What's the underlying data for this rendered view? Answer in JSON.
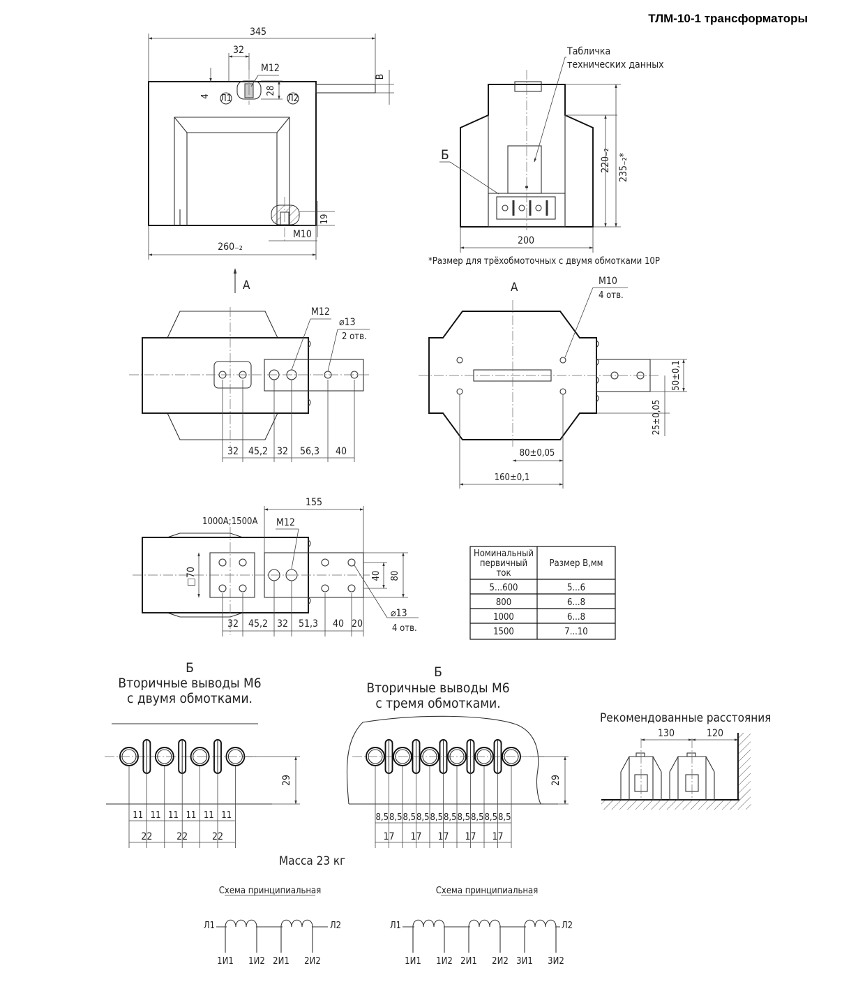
{
  "title": "ТЛМ-10-1 трансформаторы",
  "front_view": {
    "d_345": "345",
    "d_32": "32",
    "d_m12": "М12",
    "d_4": "4",
    "d_28": "28",
    "d_B": "В",
    "mark_l1": "Л1",
    "mark_l2": "Л2",
    "d_19": "19",
    "d_m10": "М10",
    "d_260": "260₋₂"
  },
  "side_view": {
    "plate_label_1": "Табличка",
    "plate_label_2": "технических данных",
    "label_B": "Б",
    "d_220": "220₋₂",
    "d_235": "235₋₂*",
    "d_200": "200"
  },
  "footnote": "*Размер для трёхобмоточных с двумя обмотками 10Р",
  "arrow_A": "А",
  "top_view_1": {
    "d_m12": "М12",
    "d_13": "⌀13",
    "d_holes": "2 отв.",
    "dims": [
      "32",
      "45,2",
      "32",
      "56,3",
      "40"
    ]
  },
  "top_view_A": {
    "label_A": "А",
    "d_m10": "М10",
    "d_holes": "4 отв.",
    "d_50": "50±0,1",
    "d_25": "25±0,05",
    "d_80": "80±0,05",
    "d_160": "160±0,1"
  },
  "top_view_2": {
    "current_label": "1000А;1500А",
    "d_155": "155",
    "d_m12": "М12",
    "d_70": "□70",
    "d_40": "40",
    "d_80": "80",
    "d_13": "⌀13",
    "d_holes": "4 отв.",
    "dims": [
      "32",
      "45,2",
      "32",
      "51,3",
      "40",
      "20"
    ]
  },
  "table": {
    "headers": [
      "Номинальный первичный ток",
      "Размер В,мм"
    ],
    "header_lines": [
      "Номинальный",
      "первичный",
      "ток"
    ],
    "rows": [
      [
        "5...600",
        "5...6"
      ],
      [
        "800",
        "6...8"
      ],
      [
        "1000",
        "6...8"
      ],
      [
        "1500",
        "7...10"
      ]
    ]
  },
  "terminals_2": {
    "label_B": "Б",
    "line1": "Вторичные выводы М6",
    "line2": "с двумя обмотками.",
    "d_29": "29",
    "dims_small": [
      "11",
      "11",
      "11",
      "11",
      "11",
      "11"
    ],
    "dims_large": [
      "22",
      "22",
      "22"
    ]
  },
  "terminals_3": {
    "label_B": "Б",
    "line1": "Вторичные выводы М6",
    "line2": "с тремя обмотками.",
    "d_29": "29",
    "dims_small": [
      "8,5",
      "8,5",
      "8,5",
      "8,5",
      "8,5",
      "8,5",
      "8,5",
      "8,5",
      "8,5",
      "8,5"
    ],
    "dims_large": [
      "17",
      "17",
      "17",
      "17",
      "17"
    ]
  },
  "recommended": {
    "title": "Рекомендованные расстояния",
    "d_130": "130",
    "d_120": "120"
  },
  "mass": "Масса 23 кг",
  "scheme_2": {
    "title": "Схема принципиальная",
    "l1": "Л1",
    "l2": "Л2",
    "terminals": [
      "1И1",
      "1И2",
      "2И1",
      "2И2"
    ]
  },
  "scheme_3": {
    "title": "Схема принципиальная",
    "l1": "Л1",
    "l2": "Л2",
    "terminals": [
      "1И1",
      "1И2",
      "2И1",
      "2И2",
      "3И1",
      "3И2"
    ]
  }
}
